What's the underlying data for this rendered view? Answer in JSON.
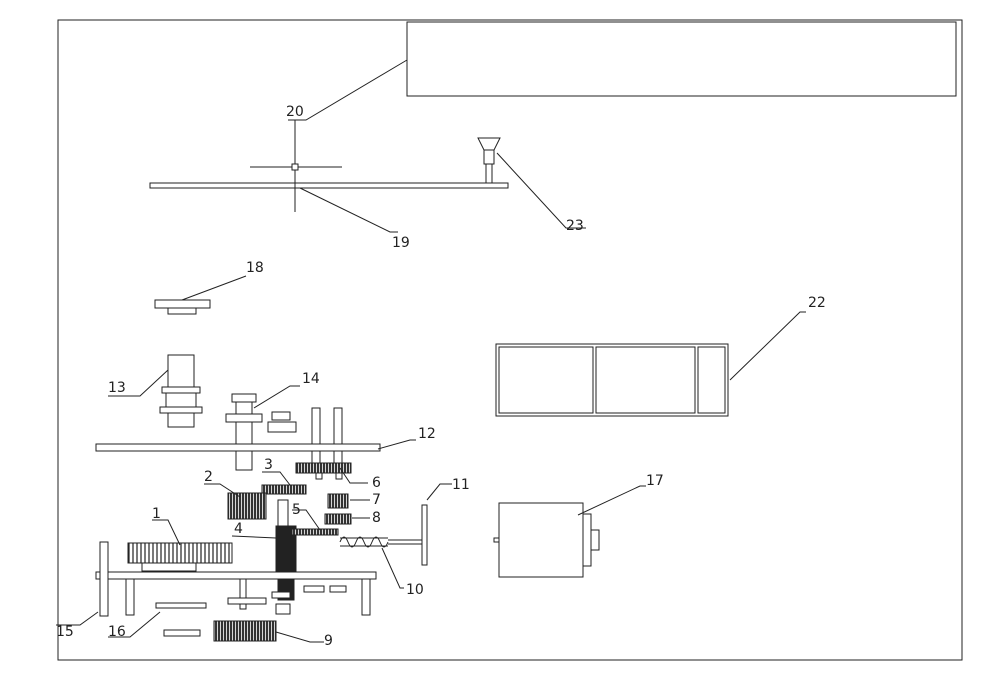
{
  "labels": {
    "l1": "1",
    "l2": "2",
    "l3": "3",
    "l4": "4",
    "l5": "5",
    "l6": "6",
    "l7": "7",
    "l8": "8",
    "l9": "9",
    "l10": "10",
    "l11": "11",
    "l12": "12",
    "l13": "13",
    "l14": "14",
    "l15": "15",
    "l16": "16",
    "l17": "17",
    "l18": "18",
    "l19": "19",
    "l20": "20",
    "l22": "22",
    "l23": "23"
  },
  "colors": {
    "line": "#222222",
    "background": "#ffffff"
  }
}
